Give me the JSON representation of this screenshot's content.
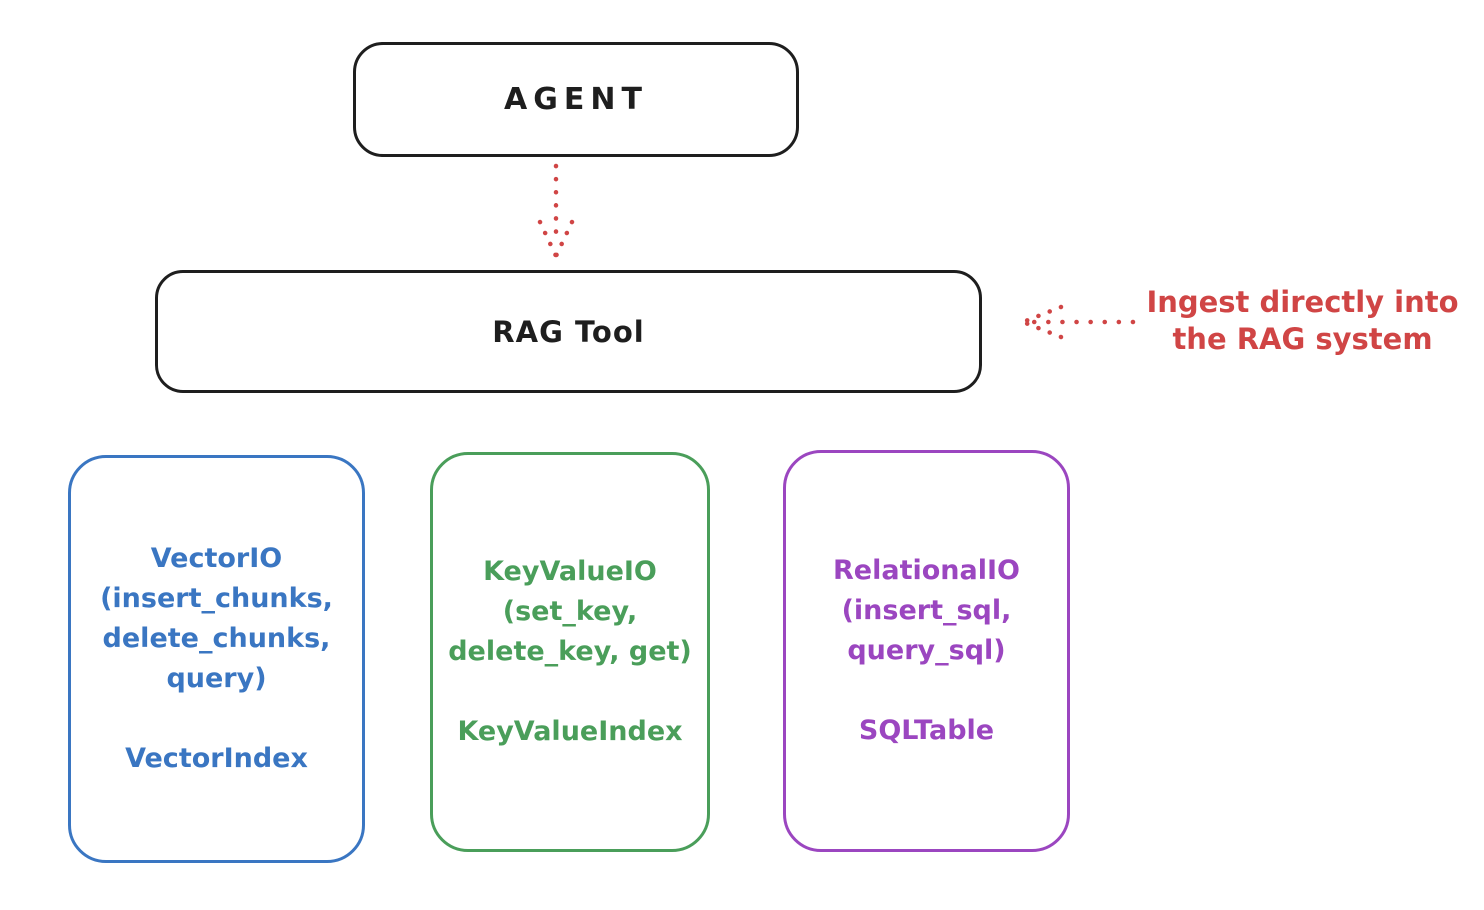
{
  "diagram": {
    "agent": {
      "label": "AGENT"
    },
    "rag_tool": {
      "label": "RAG Tool"
    },
    "annotation": {
      "text": "Ingest directly into the RAG system"
    },
    "backends": [
      {
        "name": "vector-io",
        "methods": "VectorIO\n(insert_chunks,\ndelete_chunks,\nquery)",
        "index": "VectorIndex",
        "color": "#3a76c2"
      },
      {
        "name": "keyvalue-io",
        "methods": "KeyValueIO\n(set_key,\ndelete_key, get)",
        "index": "KeyValueIndex",
        "color": "#4a9e5a"
      },
      {
        "name": "relational-io",
        "methods": "RelationalIO\n(insert_sql,\nquery_sql)",
        "index": "SQLTable",
        "color": "#9b46c0"
      }
    ],
    "colors": {
      "ink": "#1e1e1e",
      "accent_red": "#d04545",
      "background": "#ffffff"
    }
  }
}
